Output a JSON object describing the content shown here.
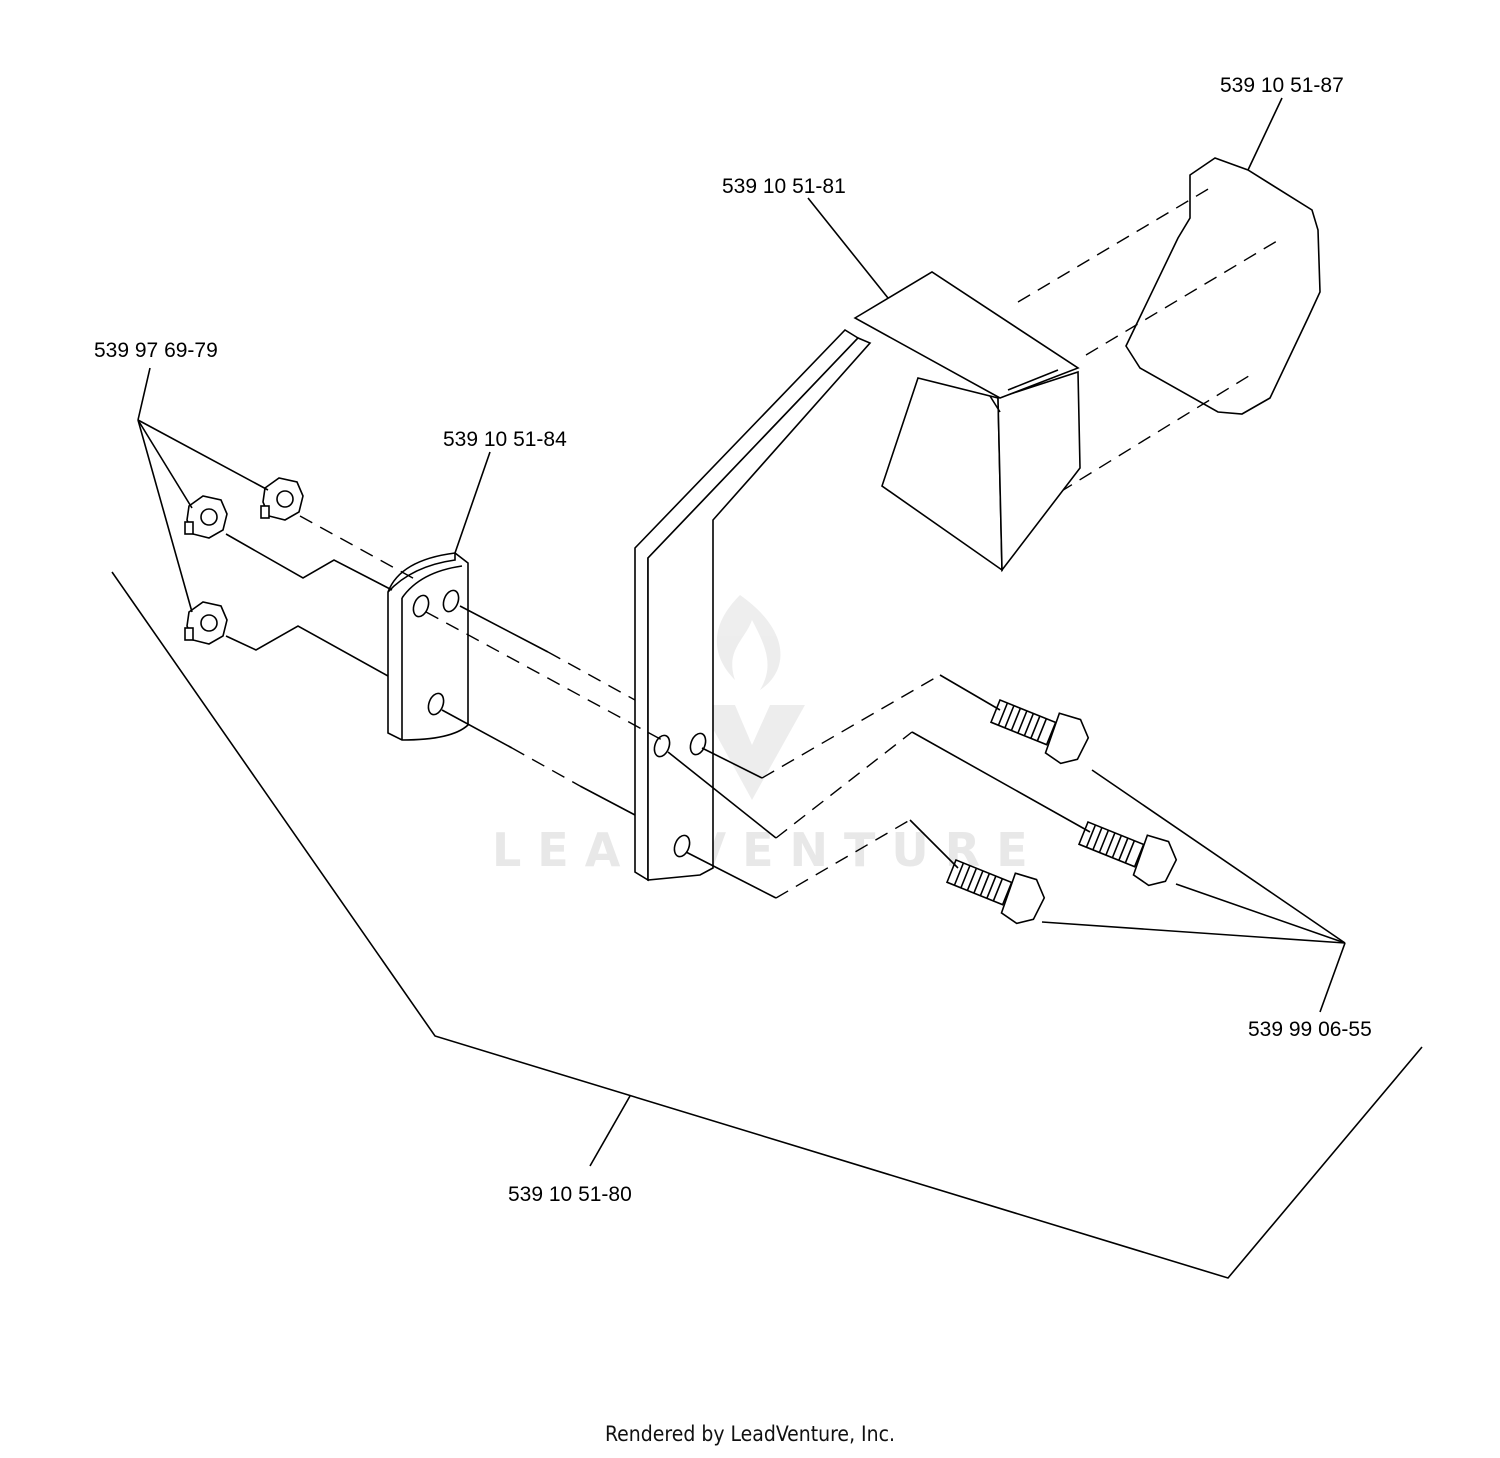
{
  "parts": {
    "guard": "539 10 51-87",
    "housing": "539 10 51-81",
    "nut": "539 97 69-79",
    "plate": "539 10 51-84",
    "bolt": "539 99 06-55",
    "assembly": "539 10 51-80"
  },
  "watermark": {
    "text": "LEADVENTURE"
  },
  "footer": {
    "text": "Rendered by LeadVenture, Inc."
  },
  "colors": {
    "line": "#000000",
    "background": "#ffffff",
    "watermark": "#e6e6e6"
  }
}
